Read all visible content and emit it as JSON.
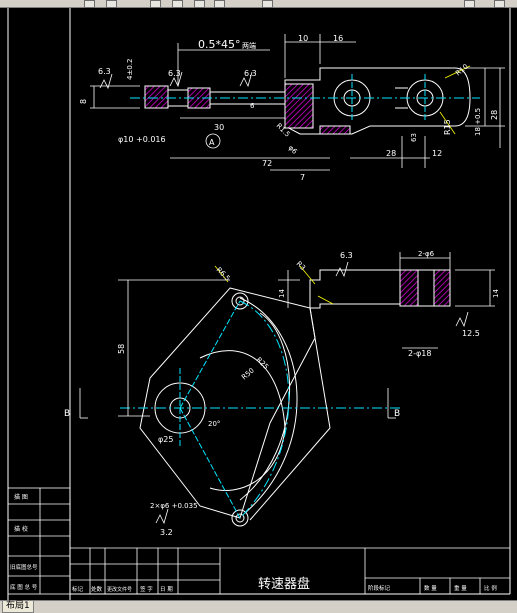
{
  "toolbar": {
    "buttons": [
      "save",
      "print",
      "undo",
      "redo",
      "pan",
      "zoom"
    ]
  },
  "tabs": {
    "layout_label": "布局1"
  },
  "colors": {
    "outline": "#ffffff",
    "hatch": "#d400d4",
    "centerline": "#00e5ff",
    "leader": "#ffff00",
    "dim_value": "#ffffff"
  },
  "top_view": {
    "chamfer": "0.5*45°",
    "chamfer_suffix": "两端",
    "roughness_left": "6.3",
    "roughness_2": "4±0.2",
    "roughness_3": "6.3",
    "roughness_4": "6.3",
    "dim_8": "8",
    "dim_6": "6",
    "dim_30": "30",
    "dim_phi10": "φ10 +0.016",
    "datum_A": "A",
    "dim_72": "72",
    "dim_7": "7",
    "dim_10": "10",
    "dim_16": "16",
    "dim_R10": "R10",
    "dim_18": "18 +0.5",
    "dim_28a": "28",
    "dim_R15": "R15",
    "dim_28b": "28",
    "dim_63": "63",
    "dim_12": "12",
    "dim_R10b": "R1.5",
    "dim_8b": "φ6"
  },
  "front_view": {
    "dim_R65": "R6.5",
    "dim_R3": "R3",
    "roughness_63": "6.3",
    "dim_2_10": "2-φ6",
    "dim_14": "14",
    "dim_58": "58",
    "dim_25_r": "R25",
    "dim_R50": "R50",
    "dim_phi25": "φ25",
    "dim_20deg": "20°",
    "dim_2phi18": "2-φ18",
    "roughness_125": "12.5",
    "dim_14b": "14",
    "dim_2phi6": "2×φ6 +0.035",
    "roughness_32": "3.2",
    "section_B_left": "B",
    "section_B_right": "B"
  },
  "title_block": {
    "drawing_name": "转速器盘",
    "left_cells": [
      "描 图",
      "描 校",
      "旧底图总号",
      "底 图 总 号"
    ],
    "sign_labels": [
      "标记",
      "处数",
      "更改文件号",
      "签 字",
      "日 期"
    ],
    "right_labels": [
      "阶段标记",
      "数 量",
      "重 量",
      "比 例"
    ]
  }
}
